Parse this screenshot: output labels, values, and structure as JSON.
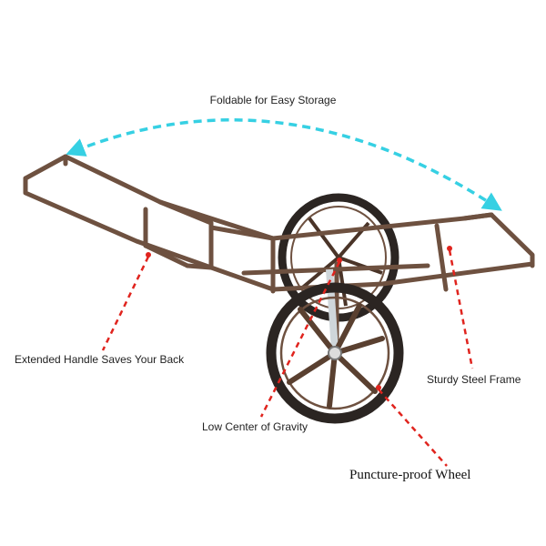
{
  "labels": {
    "top": "Foldable for Easy Storage",
    "handle": "Extended Handle Saves Your Back",
    "frame": "Sturdy Steel Frame",
    "gravity": "Low Center of Gravity",
    "wheel": "Puncture-proof Wheel"
  },
  "colors": {
    "frame": "#6e5140",
    "frame_dark": "#4a3428",
    "tire": "#2b2522",
    "arc": "#36d0e3",
    "pointer": "#e0241e"
  }
}
